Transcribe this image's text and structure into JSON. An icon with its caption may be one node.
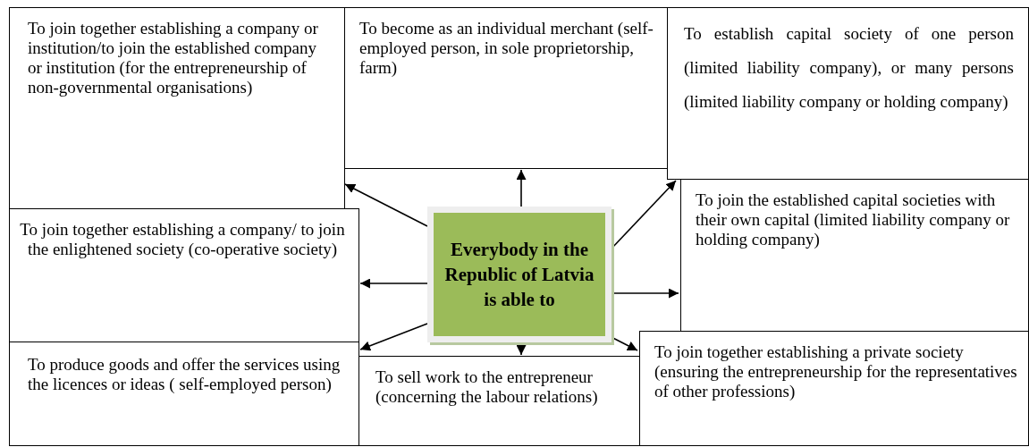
{
  "diagram": {
    "nodes": [
      {
        "text": [
          "To join together establishing a company or institution/to join the established company or institution (for the entrepreneurship of non-governmental organisations)"
        ]
      },
      {
        "text": [
          "To become as an individual merchant (self-employed person, in sole proprietorship, farm)"
        ]
      },
      {
        "text": [
          "To establish capital society of one person (limited liability company), or many persons (limited liability company or holding company)"
        ]
      },
      {
        "text": [
          "To join together establishing a company/ to join the enlightened society (co-operative society)"
        ]
      },
      {
        "text": [
          "Everybody in the Republic of Latvia is able to"
        ]
      },
      {
        "text": [
          "To join the established capital societies with their own capital (limited liability company or holding company)"
        ]
      },
      {
        "text": [
          "To produce goods and offer the services using the licences or ideas ( self-employed person)"
        ]
      },
      {
        "text": [
          "To sell work to the entrepreneur (concerning the labour relations)"
        ]
      },
      {
        "text": [
          "To join together establishing a private society (ensuring the entrepreneurship for the representatives of other professions)"
        ]
      }
    ],
    "edges": [
      {
        "from": 4,
        "to": 0,
        "arrow": "to"
      },
      {
        "from": 4,
        "to": 1,
        "arrow": "to"
      },
      {
        "from": 4,
        "to": 2,
        "arrow": "to"
      },
      {
        "from": 4,
        "to": 3,
        "arrow": "to"
      },
      {
        "from": 4,
        "to": 5,
        "arrow": "to"
      },
      {
        "from": 4,
        "to": 6,
        "arrow": "to"
      },
      {
        "from": 4,
        "to": 7,
        "arrow": "to"
      },
      {
        "from": 4,
        "to": 8,
        "arrow": "to"
      }
    ]
  }
}
